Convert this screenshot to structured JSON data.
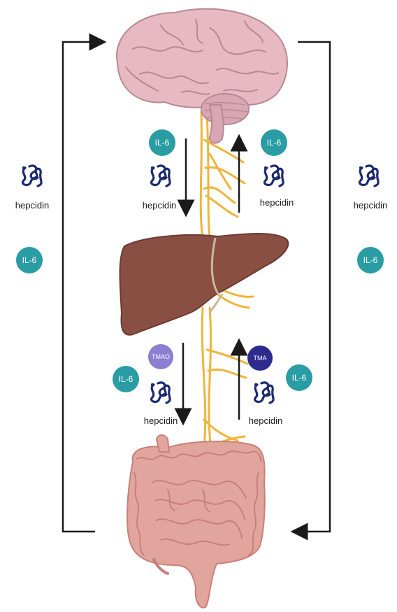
{
  "labels": {
    "hepcidin": "hepcidin",
    "il6": "IL-6",
    "tmao": "TMAO",
    "tma": "TMA"
  },
  "colors": {
    "il6_badge": "#2a9ca3",
    "tmao_badge": "#8b7fd1",
    "tma_badge": "#2e2b8f",
    "nerve": "#f0b43a",
    "brain": "#e6b9c3",
    "liver": "#8a4f43",
    "intestine": "#e2a59d",
    "arrow": "#1a1a1a",
    "protein_icon": "#1d2a70"
  },
  "icons": [
    "brain-icon",
    "liver-icon",
    "intestine-icon",
    "vagus-nerve-icon",
    "hepcidin-protein-icon"
  ]
}
